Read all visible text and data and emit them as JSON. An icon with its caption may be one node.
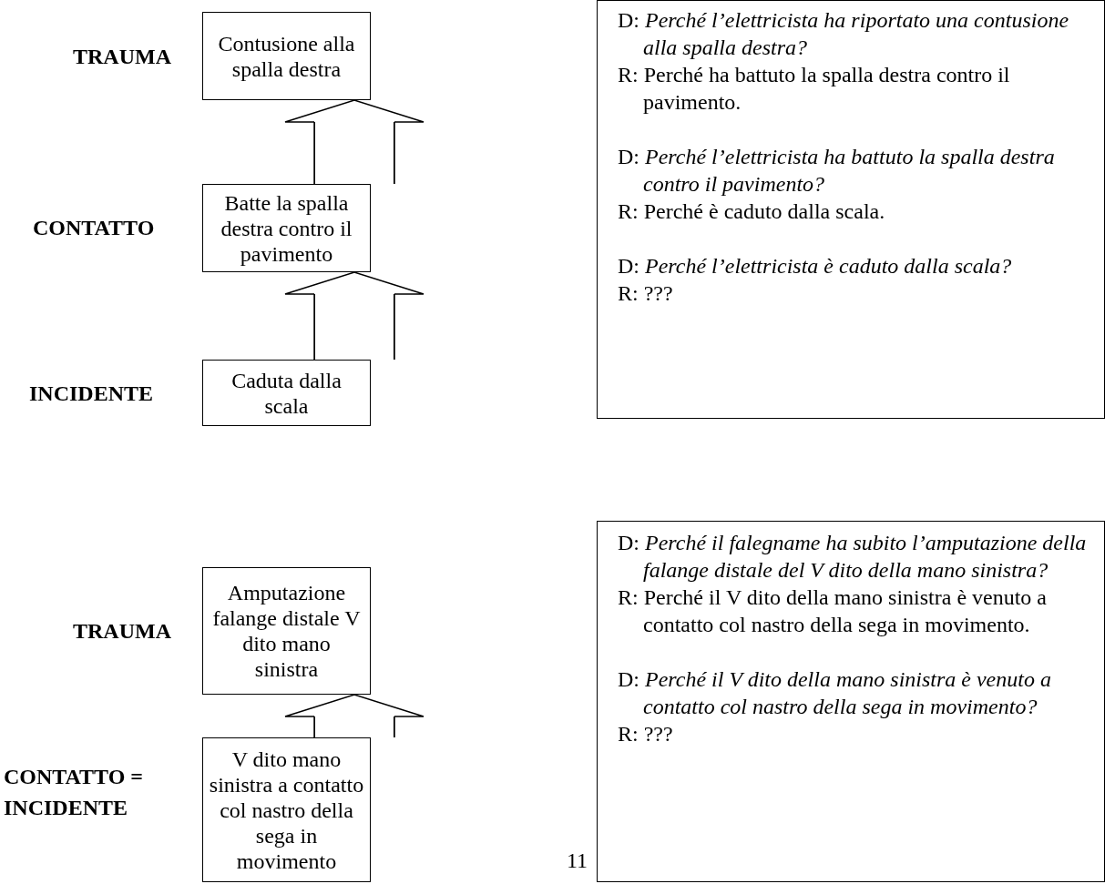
{
  "diagram": {
    "nodes": [
      {
        "text": [
          "Contusione alla spalla destra"
        ],
        "beside": [
          "TRAUMA"
        ]
      },
      {
        "text": [
          "Batte la spalla destra contro il pavimento"
        ],
        "beside": [
          "CONTATTO"
        ]
      },
      {
        "text": [
          "Caduta dalla scala"
        ],
        "beside": [
          "INCIDENTE"
        ]
      },
      {
        "text": [
          "D: *Perché l’elettricista ha riportato una contusione alla spalla destra?*",
          "R: Perché ha battuto la spalla destra contro il pavimento.",
          "D: *Perché l’elettricista ha battuto la spalla destra contro il pavimento?*",
          "R: Perché è caduto dalla scala.",
          "D: *Perché l’elettricista è caduto dalla scala?*",
          "R: ???"
        ]
      },
      {
        "text": [
          "Amputazione falange distale V dito mano sinistra"
        ],
        "beside": [
          "TRAUMA"
        ]
      },
      {
        "text": [
          "V dito mano sinistra a contatto col nastro della sega in movimento"
        ],
        "beside": [
          "CONTATTO = INCIDENTE"
        ]
      },
      {
        "text": [
          "D: *Perché il falegname ha subito l’amputazione della falange distale del V dito della mano sinistra?*",
          "R: Perché il V dito della mano sinistra è venuto a contatto col nastro della sega in movimento.",
          "D: *Perché il V dito della mano sinistra è venuto a contatto col nastro della sega in movimento?*",
          "R: ???"
        ]
      }
    ],
    "edges": [
      {
        "from": 1,
        "to": 0,
        "arrow": "to"
      },
      {
        "from": 2,
        "to": 1,
        "arrow": "to"
      },
      {
        "from": 5,
        "to": 4,
        "arrow": "to"
      }
    ],
    "labels": [
      "11"
    ]
  }
}
